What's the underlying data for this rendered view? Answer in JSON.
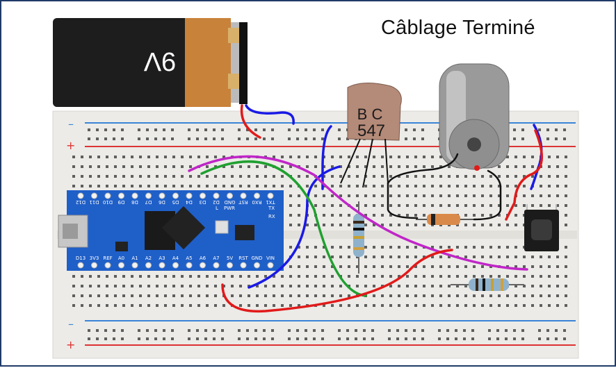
{
  "title": "Câblage Terminé",
  "battery": {
    "label": "9V"
  },
  "transistor": {
    "line1": "B C",
    "line2": "547"
  },
  "arduino": {
    "top_pins": [
      "D12",
      "D11",
      "D10",
      "D9",
      "D8",
      "D7",
      "D6",
      "D5",
      "D4",
      "D3",
      "D2",
      "GND",
      "RST",
      "RX0",
      "TX1"
    ],
    "bottom_pins": [
      "D13",
      "3V3",
      "REF",
      "A0",
      "A1",
      "A2",
      "A3",
      "A4",
      "A5",
      "A6",
      "A7",
      "5V",
      "RST",
      "GND",
      "VIN"
    ],
    "top_right_labels": [
      "TX",
      "RX"
    ],
    "led_labels": [
      "L",
      "PWR"
    ]
  },
  "colors": {
    "wire_red": "#e11a1a",
    "wire_blue": "#1a1ae6",
    "wire_green": "#20a030",
    "wire_magenta": "#c026c8",
    "wire_black": "#111111",
    "board_blue": "#1f5fc8",
    "breadboard": "#ece9e4",
    "rail_red": "#d33",
    "rail_blue": "#2a6fd0"
  }
}
